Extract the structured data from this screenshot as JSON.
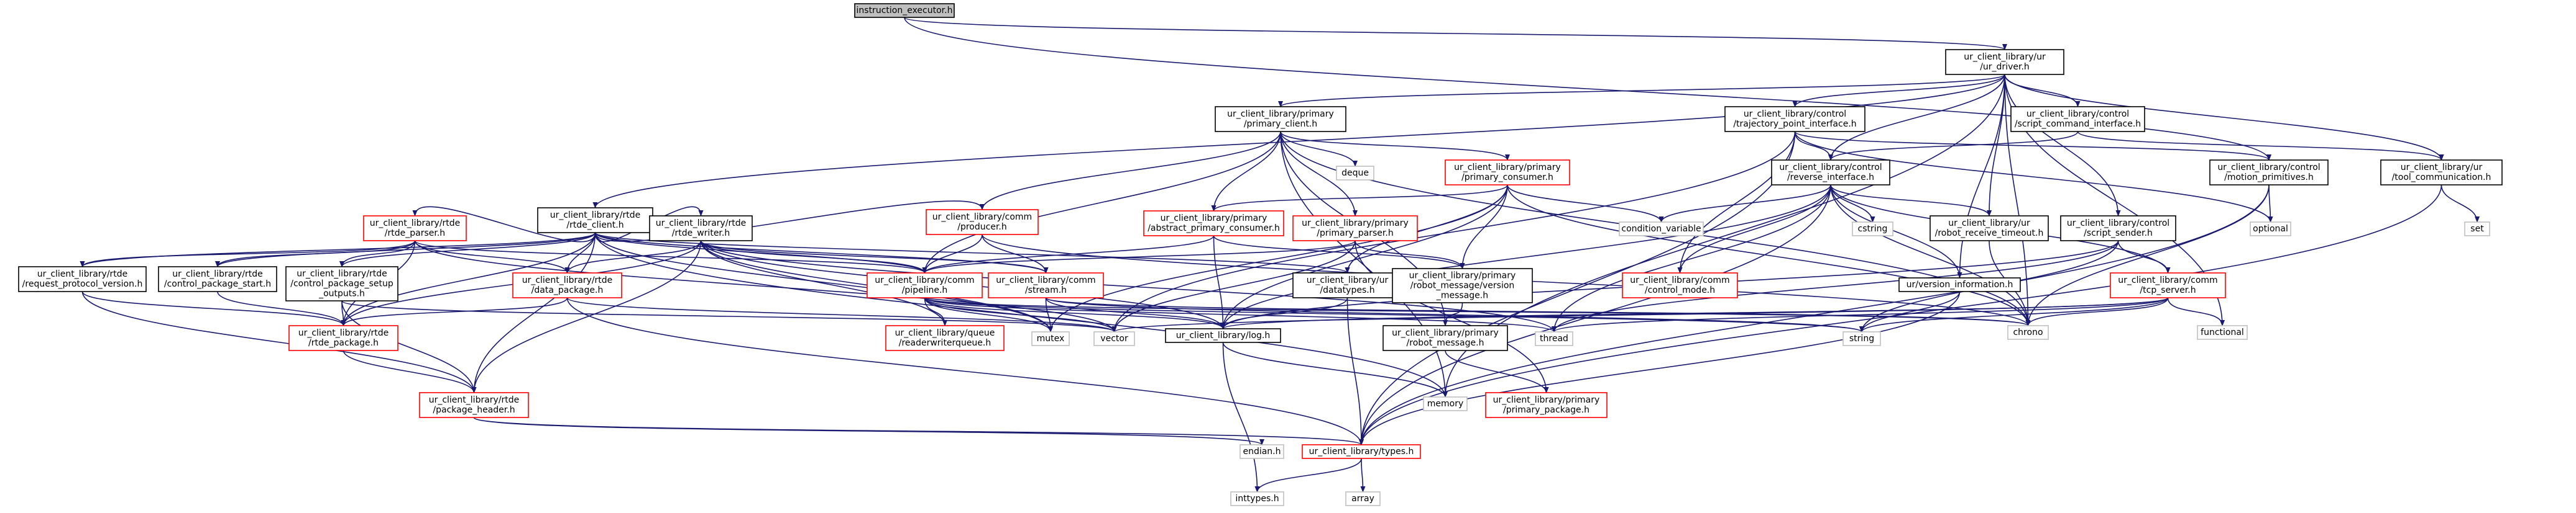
{
  "colors": {
    "edge": "#191970",
    "node_border_normal": "#000000",
    "node_border_incomplete": "#ff0000",
    "node_border_system": "#bfbfbf",
    "root_fill": "#bfbfbf",
    "node_fill": "#ffffff"
  },
  "nodes": [
    {
      "id": "instruction_executor",
      "lines": [
        "instruction_executor.h"
      ],
      "kind": "root"
    },
    {
      "id": "ur_driver",
      "lines": [
        "ur_client_library/ur",
        "/ur_driver.h"
      ],
      "kind": "normal"
    },
    {
      "id": "primary_client",
      "lines": [
        "ur_client_library/primary",
        "/primary_client.h"
      ],
      "kind": "normal"
    },
    {
      "id": "trajectory_point_interface",
      "lines": [
        "ur_client_library/control",
        "/trajectory_point_interface.h"
      ],
      "kind": "normal"
    },
    {
      "id": "script_command_interface",
      "lines": [
        "ur_client_library/control",
        "/script_command_interface.h"
      ],
      "kind": "normal"
    },
    {
      "id": "rtde_client",
      "lines": [
        "ur_client_library/rtde",
        "/rtde_client.h"
      ],
      "kind": "normal"
    },
    {
      "id": "deque",
      "lines": [
        "deque"
      ],
      "kind": "system"
    },
    {
      "id": "primary_consumer",
      "lines": [
        "ur_client_library/primary",
        "/primary_consumer.h"
      ],
      "kind": "incomplete"
    },
    {
      "id": "reverse_interface",
      "lines": [
        "ur_client_library/control",
        "/reverse_interface.h"
      ],
      "kind": "normal"
    },
    {
      "id": "motion_primitives",
      "lines": [
        "ur_client_library/control",
        "/motion_primitives.h"
      ],
      "kind": "normal"
    },
    {
      "id": "tool_communication",
      "lines": [
        "ur_client_library/ur",
        "/tool_communication.h"
      ],
      "kind": "normal"
    },
    {
      "id": "rtde_parser",
      "lines": [
        "ur_client_library/rtde",
        "/rtde_parser.h"
      ],
      "kind": "incomplete"
    },
    {
      "id": "rtde_writer",
      "lines": [
        "ur_client_library/rtde",
        "/rtde_writer.h"
      ],
      "kind": "normal"
    },
    {
      "id": "producer",
      "lines": [
        "ur_client_library/comm",
        "/producer.h"
      ],
      "kind": "incomplete"
    },
    {
      "id": "abstract_primary_consumer",
      "lines": [
        "ur_client_library/primary",
        "/abstract_primary_consumer.h"
      ],
      "kind": "incomplete"
    },
    {
      "id": "primary_parser",
      "lines": [
        "ur_client_library/primary",
        "/primary_parser.h"
      ],
      "kind": "incomplete"
    },
    {
      "id": "condition_variable",
      "lines": [
        "condition_variable"
      ],
      "kind": "system"
    },
    {
      "id": "cstring",
      "lines": [
        "cstring"
      ],
      "kind": "system"
    },
    {
      "id": "robot_receive_timeout",
      "lines": [
        "ur_client_library/ur",
        "/robot_receive_timeout.h"
      ],
      "kind": "normal"
    },
    {
      "id": "script_sender",
      "lines": [
        "ur_client_library/control",
        "/script_sender.h"
      ],
      "kind": "normal"
    },
    {
      "id": "optional",
      "lines": [
        "optional"
      ],
      "kind": "system"
    },
    {
      "id": "set",
      "lines": [
        "set"
      ],
      "kind": "system"
    },
    {
      "id": "request_protocol_version",
      "lines": [
        "ur_client_library/rtde",
        "/request_protocol_version.h"
      ],
      "kind": "normal"
    },
    {
      "id": "control_package_start",
      "lines": [
        "ur_client_library/rtde",
        "/control_package_start.h"
      ],
      "kind": "normal"
    },
    {
      "id": "control_package_setup_outputs",
      "lines": [
        "ur_client_library/rtde",
        "/control_package_setup",
        "_outputs.h"
      ],
      "kind": "normal"
    },
    {
      "id": "data_package",
      "lines": [
        "ur_client_library/rtde",
        "/data_package.h"
      ],
      "kind": "incomplete"
    },
    {
      "id": "pipeline",
      "lines": [
        "ur_client_library/comm",
        "/pipeline.h"
      ],
      "kind": "incomplete"
    },
    {
      "id": "stream",
      "lines": [
        "ur_client_library/comm",
        "/stream.h"
      ],
      "kind": "incomplete"
    },
    {
      "id": "datatypes",
      "lines": [
        "ur_client_library/ur",
        "/datatypes.h"
      ],
      "kind": "normal"
    },
    {
      "id": "robot_message_version_message",
      "lines": [
        "ur_client_library/primary",
        "/robot_message/version",
        "_message.h"
      ],
      "kind": "normal"
    },
    {
      "id": "control_mode",
      "lines": [
        "ur_client_library/comm",
        "/control_mode.h"
      ],
      "kind": "incomplete"
    },
    {
      "id": "version_information",
      "lines": [
        "ur/version_information.h"
      ],
      "kind": "normal"
    },
    {
      "id": "tcp_server",
      "lines": [
        "ur_client_library/comm",
        "/tcp_server.h"
      ],
      "kind": "incomplete"
    },
    {
      "id": "rtde_package",
      "lines": [
        "ur_client_library/rtde",
        "/rtde_package.h"
      ],
      "kind": "incomplete"
    },
    {
      "id": "readerwriterqueue",
      "lines": [
        "ur_client_library/queue",
        "/readerwriterqueue.h"
      ],
      "kind": "incomplete"
    },
    {
      "id": "mutex",
      "lines": [
        "mutex"
      ],
      "kind": "system"
    },
    {
      "id": "vector",
      "lines": [
        "vector"
      ],
      "kind": "system"
    },
    {
      "id": "log",
      "lines": [
        "ur_client_library/log.h"
      ],
      "kind": "normal"
    },
    {
      "id": "thread",
      "lines": [
        "thread"
      ],
      "kind": "system"
    },
    {
      "id": "string",
      "lines": [
        "string"
      ],
      "kind": "system"
    },
    {
      "id": "chrono",
      "lines": [
        "chrono"
      ],
      "kind": "system"
    },
    {
      "id": "functional",
      "lines": [
        "functional"
      ],
      "kind": "system"
    },
    {
      "id": "robot_message",
      "lines": [
        "ur_client_library/primary",
        "/robot_message.h"
      ],
      "kind": "normal"
    },
    {
      "id": "package_header",
      "lines": [
        "ur_client_library/rtde",
        "/package_header.h"
      ],
      "kind": "incomplete"
    },
    {
      "id": "memory",
      "lines": [
        "memory"
      ],
      "kind": "system"
    },
    {
      "id": "primary_package",
      "lines": [
        "ur_client_library/primary",
        "/primary_package.h"
      ],
      "kind": "incomplete"
    },
    {
      "id": "endian",
      "lines": [
        "endian.h"
      ],
      "kind": "system"
    },
    {
      "id": "types",
      "lines": [
        "ur_client_library/types.h"
      ],
      "kind": "incomplete"
    },
    {
      "id": "inttypes",
      "lines": [
        "inttypes.h"
      ],
      "kind": "system"
    },
    {
      "id": "array",
      "lines": [
        "array"
      ],
      "kind": "system"
    }
  ],
  "edges": [
    [
      "instruction_executor",
      "ur_driver"
    ],
    [
      "instruction_executor",
      "motion_primitives"
    ],
    [
      "ur_driver",
      "primary_client"
    ],
    [
      "ur_driver",
      "trajectory_point_interface"
    ],
    [
      "ur_driver",
      "script_command_interface"
    ],
    [
      "ur_driver",
      "rtde_client"
    ],
    [
      "ur_driver",
      "reverse_interface"
    ],
    [
      "ur_driver",
      "tool_communication"
    ],
    [
      "ur_driver",
      "robot_receive_timeout"
    ],
    [
      "ur_driver",
      "script_sender"
    ],
    [
      "ur_driver",
      "version_information"
    ],
    [
      "ur_driver",
      "functional"
    ],
    [
      "ur_driver",
      "memory"
    ],
    [
      "ur_driver",
      "chrono"
    ],
    [
      "primary_client",
      "primary_consumer"
    ],
    [
      "primary_client",
      "producer"
    ],
    [
      "primary_client",
      "abstract_primary_consumer"
    ],
    [
      "primary_client",
      "primary_parser"
    ],
    [
      "primary_client",
      "pipeline"
    ],
    [
      "primary_client",
      "deque"
    ],
    [
      "primary_client",
      "robot_message"
    ],
    [
      "primary_client",
      "chrono"
    ],
    [
      "primary_client",
      "memory"
    ],
    [
      "trajectory_point_interface",
      "reverse_interface"
    ],
    [
      "trajectory_point_interface",
      "motion_primitives"
    ],
    [
      "trajectory_point_interface",
      "control_mode"
    ],
    [
      "trajectory_point_interface",
      "optional"
    ],
    [
      "trajectory_point_interface",
      "types"
    ],
    [
      "trajectory_point_interface",
      "vector"
    ],
    [
      "script_command_interface",
      "reverse_interface"
    ],
    [
      "script_command_interface",
      "tool_communication"
    ],
    [
      "rtde_client",
      "rtde_parser"
    ],
    [
      "rtde_client",
      "rtde_writer"
    ],
    [
      "rtde_client",
      "producer"
    ],
    [
      "rtde_client",
      "pipeline"
    ],
    [
      "rtde_client",
      "stream"
    ],
    [
      "rtde_client",
      "request_protocol_version"
    ],
    [
      "rtde_client",
      "control_package_start"
    ],
    [
      "rtde_client",
      "control_package_setup_outputs"
    ],
    [
      "rtde_client",
      "data_package"
    ],
    [
      "rtde_client",
      "rtde_package"
    ],
    [
      "rtde_client",
      "package_header"
    ],
    [
      "rtde_client",
      "datatypes"
    ],
    [
      "rtde_client",
      "memory"
    ],
    [
      "rtde_client",
      "mutex"
    ],
    [
      "primary_consumer",
      "abstract_primary_consumer"
    ],
    [
      "primary_consumer",
      "robot_message_version_message"
    ],
    [
      "primary_consumer",
      "condition_variable"
    ],
    [
      "primary_consumer",
      "datatypes"
    ],
    [
      "primary_consumer",
      "log"
    ],
    [
      "primary_consumer",
      "chrono"
    ],
    [
      "primary_consumer",
      "mutex"
    ],
    [
      "reverse_interface",
      "robot_receive_timeout"
    ],
    [
      "reverse_interface",
      "control_mode"
    ],
    [
      "reverse_interface",
      "tcp_server"
    ],
    [
      "reverse_interface",
      "version_information"
    ],
    [
      "reverse_interface",
      "types"
    ],
    [
      "reverse_interface",
      "log"
    ],
    [
      "reverse_interface",
      "condition_variable"
    ],
    [
      "reverse_interface",
      "cstring"
    ],
    [
      "reverse_interface",
      "thread"
    ],
    [
      "reverse_interface",
      "chrono"
    ],
    [
      "motion_primitives",
      "optional"
    ],
    [
      "motion_primitives",
      "types"
    ],
    [
      "motion_primitives",
      "chrono"
    ],
    [
      "tool_communication",
      "set"
    ],
    [
      "tool_communication",
      "types"
    ],
    [
      "rtde_parser",
      "pipeline"
    ],
    [
      "rtde_parser",
      "data_package"
    ],
    [
      "rtde_parser",
      "control_package_start"
    ],
    [
      "rtde_parser",
      "control_package_setup_outputs"
    ],
    [
      "rtde_parser",
      "request_protocol_version"
    ],
    [
      "rtde_parser",
      "rtde_package"
    ],
    [
      "rtde_parser",
      "vector"
    ],
    [
      "rtde_writer",
      "pipeline"
    ],
    [
      "rtde_writer",
      "stream"
    ],
    [
      "rtde_writer",
      "data_package"
    ],
    [
      "rtde_writer",
      "rtde_package"
    ],
    [
      "rtde_writer",
      "readerwriterqueue"
    ],
    [
      "rtde_writer",
      "log"
    ],
    [
      "rtde_writer",
      "package_header"
    ],
    [
      "rtde_writer",
      "mutex"
    ],
    [
      "rtde_writer",
      "thread"
    ],
    [
      "producer",
      "pipeline"
    ],
    [
      "producer",
      "stream"
    ],
    [
      "producer",
      "chrono"
    ],
    [
      "abstract_primary_consumer",
      "pipeline"
    ],
    [
      "abstract_primary_consumer",
      "robot_message_version_message"
    ],
    [
      "abstract_primary_consumer",
      "log"
    ],
    [
      "primary_parser",
      "pipeline"
    ],
    [
      "primary_parser",
      "robot_message_version_message"
    ],
    [
      "primary_parser",
      "primary_package"
    ],
    [
      "primary_parser",
      "vector"
    ],
    [
      "robot_receive_timeout",
      "chrono"
    ],
    [
      "script_sender",
      "tcp_server"
    ],
    [
      "script_sender",
      "log"
    ],
    [
      "script_sender",
      "string"
    ],
    [
      "script_sender",
      "thread"
    ],
    [
      "request_protocol_version",
      "rtde_package"
    ],
    [
      "request_protocol_version",
      "package_header"
    ],
    [
      "control_package_start",
      "rtde_package"
    ],
    [
      "control_package_setup_outputs",
      "rtde_package"
    ],
    [
      "control_package_setup_outputs",
      "package_header"
    ],
    [
      "control_package_setup_outputs",
      "vector"
    ],
    [
      "data_package",
      "rtde_package"
    ],
    [
      "data_package",
      "types"
    ],
    [
      "data_package",
      "vector"
    ],
    [
      "pipeline",
      "readerwriterqueue"
    ],
    [
      "pipeline",
      "log"
    ],
    [
      "pipeline",
      "mutex"
    ],
    [
      "pipeline",
      "vector"
    ],
    [
      "pipeline",
      "thread"
    ],
    [
      "pipeline",
      "chrono"
    ],
    [
      "pipeline",
      "string"
    ],
    [
      "stream",
      "log"
    ],
    [
      "stream",
      "mutex"
    ],
    [
      "stream",
      "chrono"
    ],
    [
      "stream",
      "string"
    ],
    [
      "datatypes",
      "types"
    ],
    [
      "datatypes",
      "log"
    ],
    [
      "robot_message_version_message",
      "robot_message"
    ],
    [
      "version_information",
      "types"
    ],
    [
      "version_information",
      "string"
    ],
    [
      "tcp_server",
      "log"
    ],
    [
      "tcp_server",
      "chrono"
    ],
    [
      "tcp_server",
      "functional"
    ],
    [
      "tcp_server",
      "string"
    ],
    [
      "tcp_server",
      "thread"
    ],
    [
      "tcp_server",
      "vector"
    ],
    [
      "rtde_package",
      "package_header"
    ],
    [
      "package_header",
      "types"
    ],
    [
      "package_header",
      "endian"
    ],
    [
      "log",
      "memory"
    ],
    [
      "log",
      "inttypes"
    ],
    [
      "robot_message",
      "primary_package"
    ],
    [
      "types",
      "inttypes"
    ],
    [
      "types",
      "array"
    ]
  ]
}
